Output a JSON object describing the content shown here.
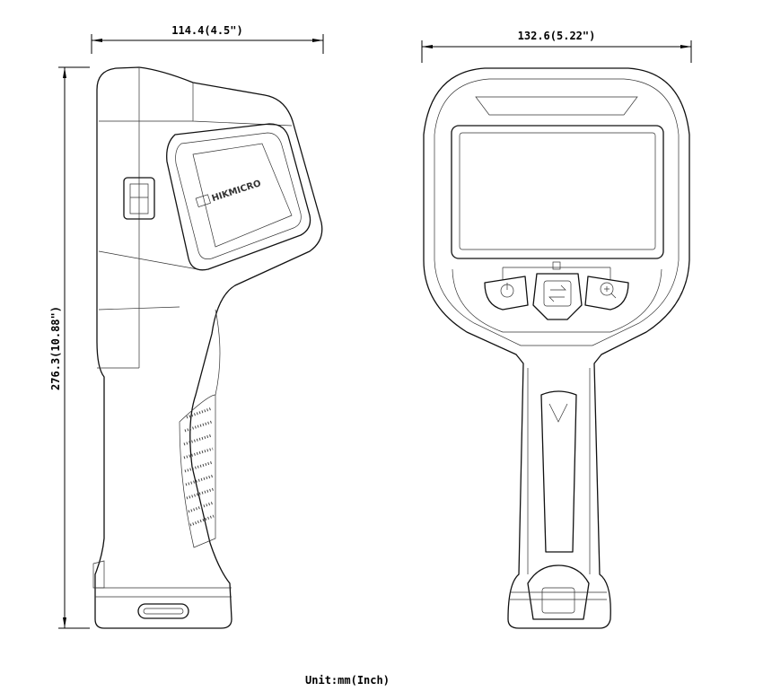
{
  "dimensions": {
    "side_width": "114.4(4.5\")",
    "front_width": "132.6(5.22\")",
    "height": "276.3(10.88\")"
  },
  "logo_text": "HIKMICRO",
  "unit_label": "Unit:mm(Inch)"
}
